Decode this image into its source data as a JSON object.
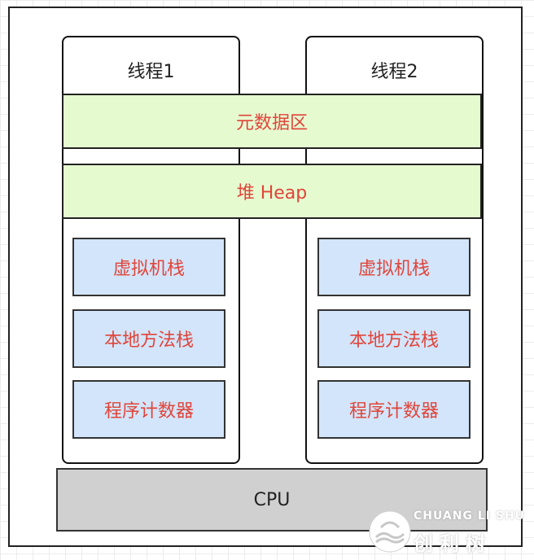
{
  "threads": [
    {
      "title": "线程1",
      "stack_items": [
        "虚拟机栈",
        "本地方法栈",
        "程序计数器"
      ]
    },
    {
      "title": "线程2",
      "stack_items": [
        "虚拟机栈",
        "本地方法栈",
        "程序计数器"
      ]
    }
  ],
  "shared": {
    "metaspace": "元数据区",
    "heap": "堆 Heap"
  },
  "cpu": "CPU",
  "watermark": {
    "en": "CHUANG LI SHU",
    "cn": "创利树"
  },
  "colors": {
    "shared_fill": "#e6fad0",
    "stack_fill": "#d3e5fa",
    "cpu_fill": "#d0d0d0",
    "label_red": "#e0453a"
  }
}
